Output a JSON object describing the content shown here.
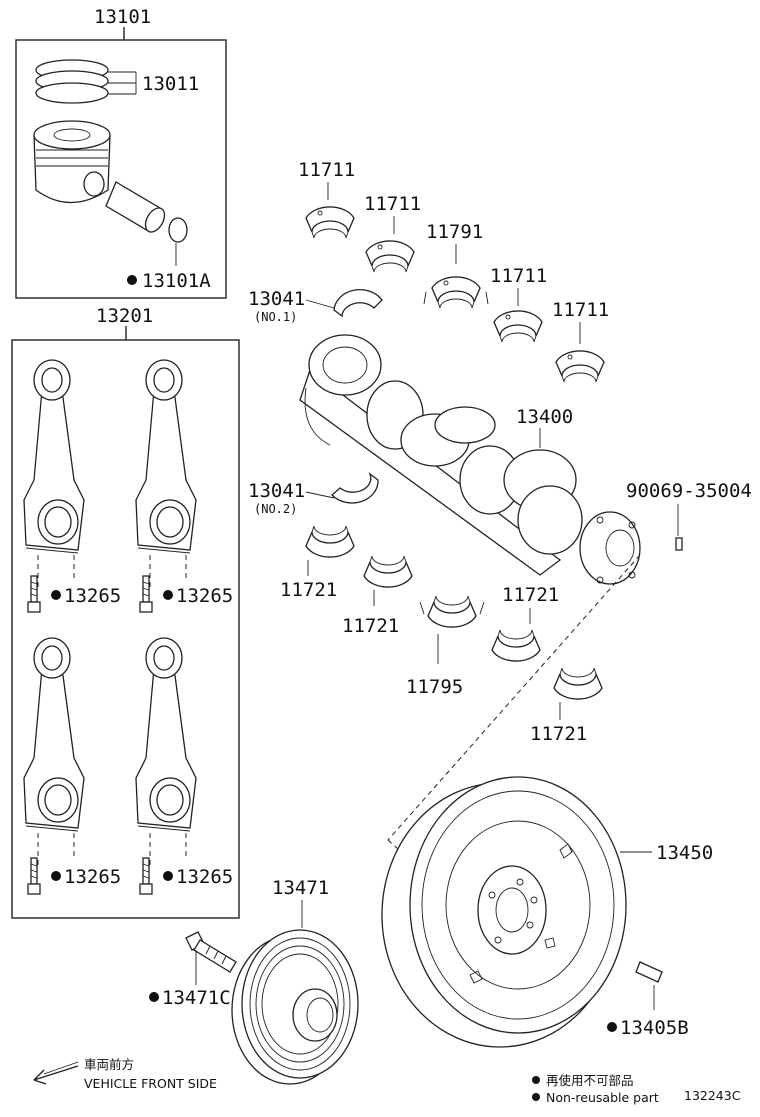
{
  "labels": {
    "piston_set": "13101",
    "piston_rings": "13011",
    "piston_snap_ring": "13101A",
    "rod_set": "13201",
    "rod_bolt": "13265",
    "upper_bearing": "11711",
    "upper_bearing_center": "11791",
    "thrust_washer": "13041",
    "thrust_washer_no1": "(NO.1)",
    "thrust_washer_no2": "(NO.2)",
    "crankshaft": "13400",
    "pin": "90069-35004",
    "lower_bearing": "11721",
    "lower_bearing_center": "11795",
    "flywheel": "13450",
    "pulley": "13471",
    "pulley_bolt": "13471C",
    "flywheel_bolt": "13405B"
  },
  "direction": {
    "japanese": "車両前方",
    "english": "VEHICLE FRONT SIDE"
  },
  "legend": {
    "japanese": "再使用不可部品",
    "english": "Non-reusable part"
  },
  "figure_id": "132243C",
  "colors": {
    "line": "#222222",
    "background": "#ffffff"
  }
}
